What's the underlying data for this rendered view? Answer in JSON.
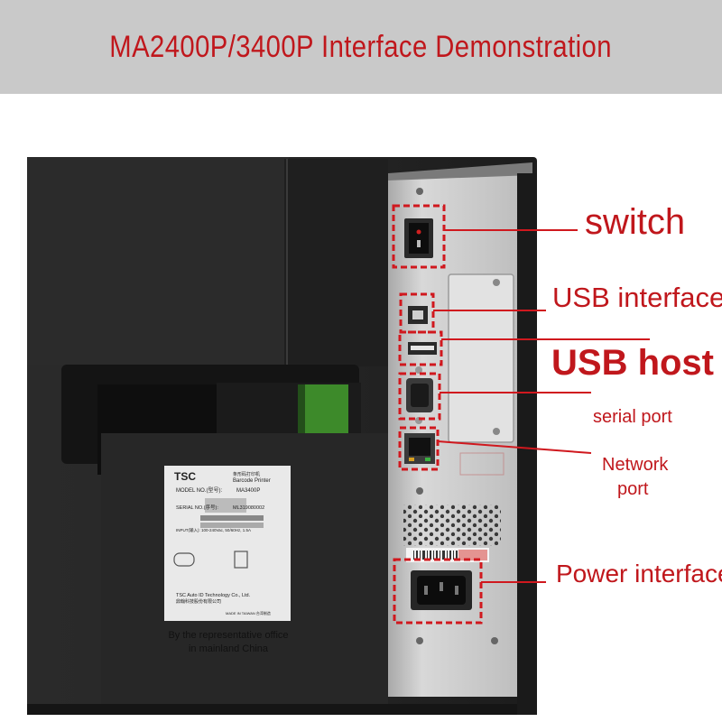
{
  "header": {
    "title": "MA2400P/3400P Interface Demonstration"
  },
  "callouts": {
    "switch": "switch",
    "usb_interface": "USB interface",
    "usb_host": "USB host",
    "serial_port": "serial port",
    "network_line1": "Network",
    "network_line2": "port",
    "power_interface": "Power interface"
  },
  "rating_plate": {
    "brand": "TSC",
    "product_cn": "条形码打印机",
    "product_en": "Barcode Printer",
    "model_label": "MODEL NO.(型号):",
    "model_value": "MA3400P",
    "serial_label": "SERIAL NO.(序号):",
    "serial_value": "ML319080002",
    "input_line": "INPUT(输入): 100-240Vac, 50/60Hz, 1.5A",
    "overlay_text": "By the representative office in mainland China",
    "company_en": "TSC Auto ID Technology Co., Ltd.",
    "company_cn": "鼎翰科技股份有限公司",
    "made_in": "MADE IN TAIWAN 台湾制造"
  },
  "colors": {
    "accent_red": "#c0171c",
    "header_bg": "#c9c9c9",
    "printer_body": "#222222",
    "panel_metal": "#c8c8c8"
  }
}
